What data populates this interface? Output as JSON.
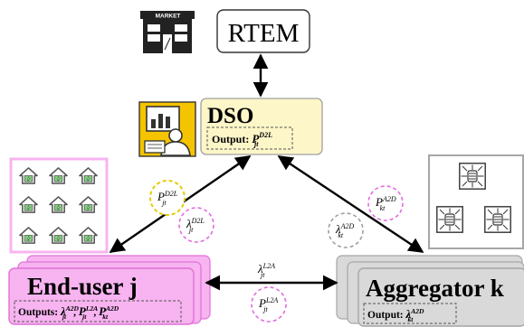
{
  "market": {
    "sign": "MARKET",
    "label": "RTEM"
  },
  "dso": {
    "title": "DSO",
    "output_prefix": "Output: ",
    "output_var": "P",
    "output_sup": "D2L",
    "output_sub": "jt"
  },
  "enduser": {
    "title": "End-user j",
    "outputs_prefix": "Outputs: ",
    "outputs": [
      {
        "v": "λ",
        "sup": "A2D",
        "sub": "jt"
      },
      {
        "v": "P",
        "sup": "L2A",
        "sub": "jt"
      },
      {
        "v": "P",
        "sup": "A2D",
        "sub": "kt"
      }
    ]
  },
  "aggregator": {
    "title": "Aggregator k",
    "output_prefix": "Output: ",
    "output_var": "λ",
    "output_sup": "A2D",
    "output_sub": "kt"
  },
  "signals": {
    "dso_enduser_price": {
      "v": "λ",
      "sup": "D2L",
      "sub": "jt"
    },
    "dso_enduser_power": {
      "v": "P",
      "sup": "D2L",
      "sub": "jt"
    },
    "dso_agg_power": {
      "v": "P",
      "sup": "A2D",
      "sub": "kt"
    },
    "dso_agg_price": {
      "v": "λ",
      "sup": "A2D",
      "sub": "kt"
    },
    "eu_agg_price": {
      "v": "λ",
      "sup": "L2A",
      "sub": "jt"
    },
    "eu_agg_power": {
      "v": "P",
      "sup": "L2A",
      "sub": "jt"
    }
  },
  "colors": {
    "pink_fill": "#f7b4f0",
    "pink_stroke": "#e070d8",
    "grey_fill": "#d9d9d9",
    "grey_stroke": "#a6a6a6",
    "dso_fill": "#fdf6c8",
    "dso_stroke": "#a0a0a0",
    "yellow_dash": "#e5cc00",
    "pink_dash": "#e26de0",
    "grey_dash": "#a0a0a0",
    "icon_yellow": "#f5c400",
    "house_green": "#7fd67a"
  }
}
